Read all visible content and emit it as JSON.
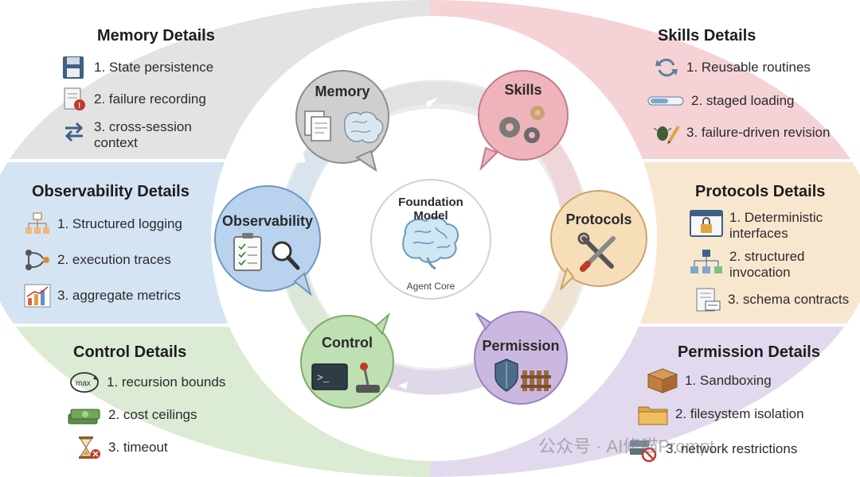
{
  "center": {
    "title": "Foundation Model",
    "subtitle": "Agent Core",
    "icon": "brain-icon"
  },
  "nodes": [
    {
      "key": "memory",
      "label": "Memory",
      "color": "#cfcfcf"
    },
    {
      "key": "skills",
      "label": "Skills",
      "color": "#efb3bb"
    },
    {
      "key": "protocols",
      "label": "Protocols",
      "color": "#f6dfb8"
    },
    {
      "key": "permission",
      "label": "Permission",
      "color": "#cbb8e0"
    },
    {
      "key": "control",
      "label": "Control",
      "color": "#bfe0b3"
    },
    {
      "key": "observability",
      "label": "Observability",
      "color": "#b9d3ee"
    }
  ],
  "panels": {
    "memory": {
      "title": "Memory Details",
      "items": [
        {
          "text": "1. State persistence",
          "icon": "floppy-disk-icon"
        },
        {
          "text": "2. failure recording",
          "icon": "document-error-icon"
        },
        {
          "text": "3. cross-session\ncontext",
          "icon": "swap-arrows-icon"
        }
      ]
    },
    "skills": {
      "title": "Skills Details",
      "items": [
        {
          "text": "1. Reusable routines",
          "icon": "refresh-icon"
        },
        {
          "text": "2. staged loading",
          "icon": "loading-bar-icon"
        },
        {
          "text": "3. failure-driven revision",
          "icon": "bug-pencil-icon"
        }
      ]
    },
    "observability": {
      "title": "Observability Details",
      "items": [
        {
          "text": "1. Structured logging",
          "icon": "tree-document-icon"
        },
        {
          "text": "2. execution traces",
          "icon": "trace-graph-icon"
        },
        {
          "text": "3. aggregate metrics",
          "icon": "bar-chart-icon"
        }
      ]
    },
    "protocols": {
      "title": "Protocols Details",
      "items": [
        {
          "text": "1. Deterministic\ninterfaces",
          "icon": "lock-window-icon"
        },
        {
          "text": "2. structured\ninvocation",
          "icon": "hierarchy-icon"
        },
        {
          "text": "3. schema contracts",
          "icon": "schema-document-icon"
        }
      ]
    },
    "control": {
      "title": "Control Details",
      "items": [
        {
          "text": "1. recursion bounds",
          "icon": "max-loop-icon"
        },
        {
          "text": "2. cost ceilings",
          "icon": "money-stack-icon"
        },
        {
          "text": "3. timeout",
          "icon": "hourglass-icon"
        }
      ]
    },
    "permission": {
      "title": "Permission Details",
      "items": [
        {
          "text": "1. Sandboxing",
          "icon": "box-icon"
        },
        {
          "text": "2. filesystem isolation",
          "icon": "folder-icon"
        },
        {
          "text": "3. network restrictions",
          "icon": "network-block-icon"
        }
      ]
    }
  },
  "watermark": "公众号 · AI修猫Prompt",
  "colors": {
    "gray": "#e3e3e3",
    "pink": "#f4d2d6",
    "blue": "#d4e4f3",
    "peach": "#f8e7cf",
    "green": "#dcebd3",
    "purple": "#e2d9ee"
  }
}
